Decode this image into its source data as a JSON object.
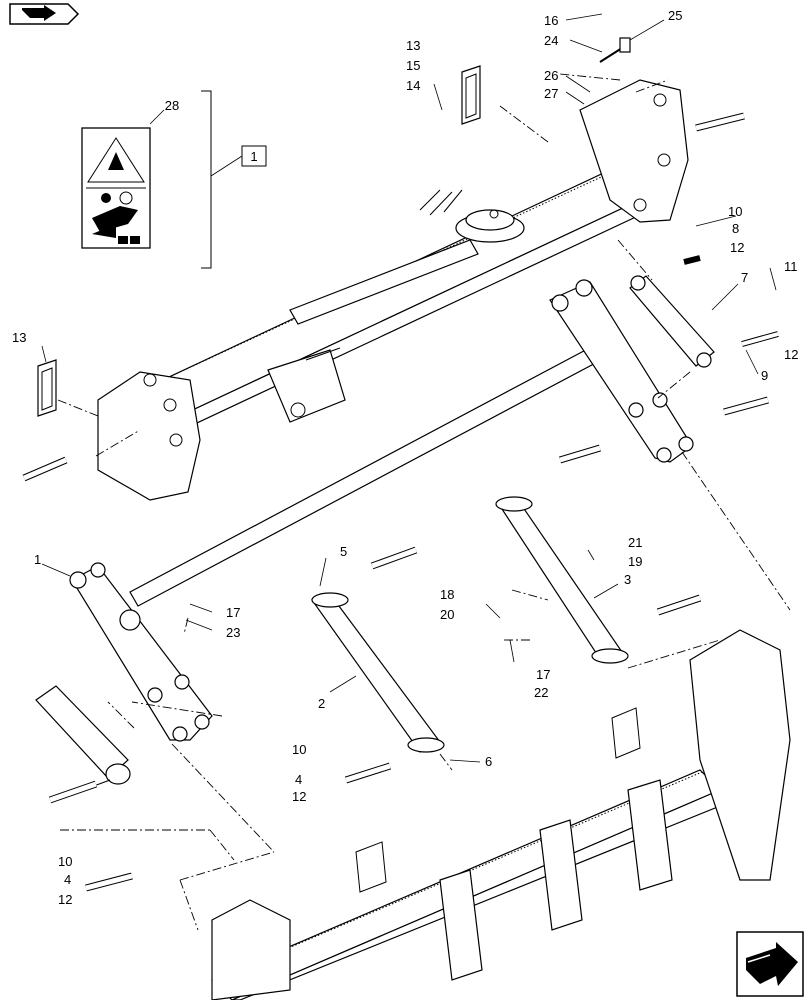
{
  "nav": {
    "prev_icon": "back-arrow-icon",
    "next_icon": "forward-arrow-icon"
  },
  "kit_label": "1",
  "decal": {
    "number": "28",
    "icons": [
      "crush-hazard-warning-icon",
      "read-manual-icon",
      "hand-crush-icon",
      "manual-book-icon"
    ]
  },
  "callouts": {
    "c1": "1",
    "c2": "2",
    "c3": "3",
    "c4a": "4",
    "c4b": "4",
    "c5": "5",
    "c6": "6",
    "c7": "7",
    "c8": "8",
    "c9": "9",
    "c10a": "10",
    "c10b": "10",
    "c10c": "10",
    "c11": "11",
    "c12a": "12",
    "c12b": "12",
    "c12c": "12",
    "c12d": "12",
    "c13a": "13",
    "c13b": "13",
    "c14": "14",
    "c15": "15",
    "c16": "16",
    "c17a": "17",
    "c17b": "17",
    "c18": "18",
    "c19": "19",
    "c20": "20",
    "c21": "21",
    "c22": "22",
    "c23": "23",
    "c24": "24",
    "c25": "25",
    "c26": "26",
    "c27": "27"
  },
  "colors": {
    "line": "#000000",
    "background": "#ffffff"
  }
}
